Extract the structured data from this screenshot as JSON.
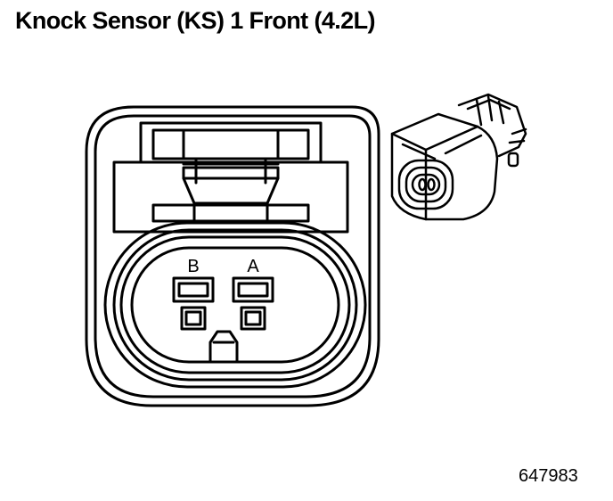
{
  "title": "Knock Sensor (KS) 1 Front (4.2L)",
  "figure_id": "647983",
  "connector": {
    "pins": [
      {
        "label": "B"
      },
      {
        "label": "A"
      }
    ]
  },
  "colors": {
    "line": "#000000",
    "background": "#ffffff"
  }
}
